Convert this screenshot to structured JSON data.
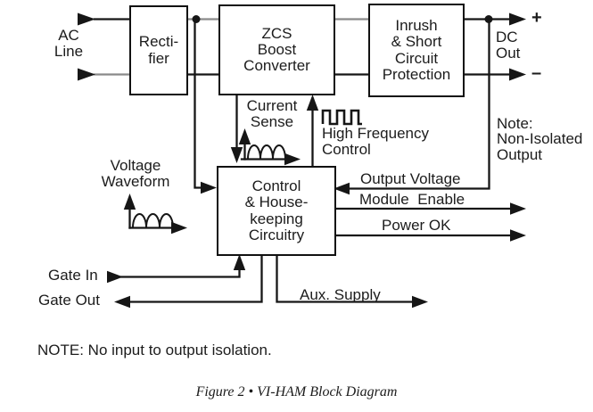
{
  "figure": {
    "caption": "Figure 2 • VI-HAM Block Diagram",
    "note": "NOTE: No input to output isolation."
  },
  "blocks": {
    "rectifier": "Recti-\nfier",
    "zcs_boost_converter": "ZCS\nBoost\nConverter",
    "inrush_protection": "Inrush\n& Short\nCircuit\nProtection",
    "control_housekeeping": "Control\n& House-\nkeeping\nCircuitry"
  },
  "labels": {
    "ac_line": "AC\nLine",
    "dc_out": "DC\nOut",
    "plus": "+",
    "minus": "–",
    "current_sense": "Current\nSense",
    "high_frequency_control": "High Frequency\nControl",
    "voltage_waveform": "Voltage\nWaveform",
    "output_voltage": "Output Voltage",
    "module_enable": "Module  Enable",
    "power_ok": "Power OK",
    "note_right": "Note:\nNon-Isolated\nOutput",
    "gate_in": "Gate In",
    "gate_out": "Gate Out",
    "aux_supply": "Aux. Supply"
  },
  "icons": {
    "pulse_train": "square-wave-icon",
    "current_sense_waveform": "rectified-sine-icon",
    "voltage_waveform": "rectified-sine-icon"
  },
  "colors": {
    "line": "#161616",
    "faded_line": "#8a8a8a",
    "background": "#ffffff",
    "text": "#1c1c1c"
  }
}
